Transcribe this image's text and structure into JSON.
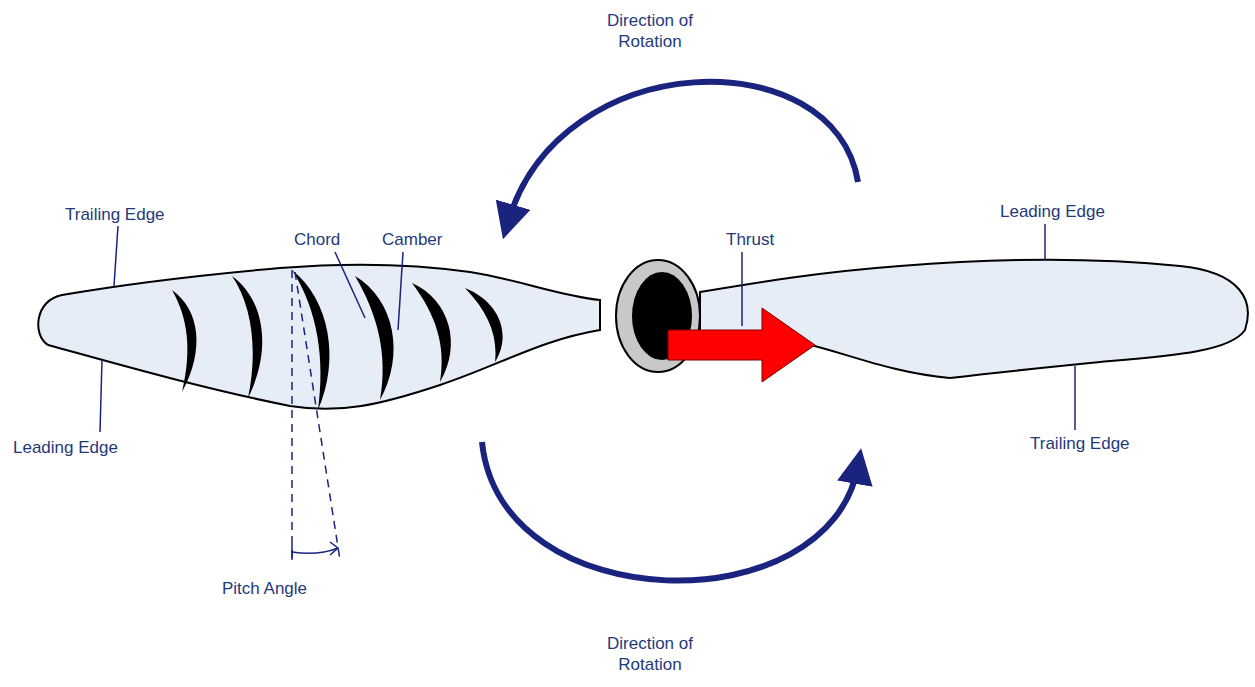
{
  "diagram": {
    "labels": [
      "Direction of Rotation",
      "Trailing Edge",
      "Chord",
      "Camber",
      "Thrust",
      "Leading Edge",
      "Leading Edge",
      "Trailing Edge",
      "Pitch Angle",
      "Direction of Rotation"
    ]
  }
}
